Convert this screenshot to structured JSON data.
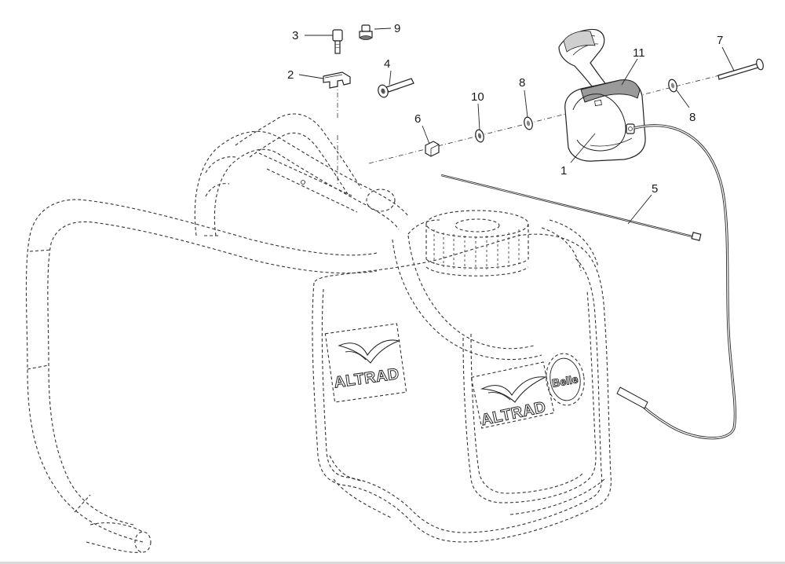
{
  "callouts": [
    {
      "id": "1",
      "text": "1"
    },
    {
      "id": "2",
      "text": "2"
    },
    {
      "id": "3",
      "text": "3"
    },
    {
      "id": "4",
      "text": "4"
    },
    {
      "id": "5",
      "text": "5"
    },
    {
      "id": "6",
      "text": "6"
    },
    {
      "id": "7",
      "text": "7"
    },
    {
      "id": "8a",
      "text": "8"
    },
    {
      "id": "8b",
      "text": "8"
    },
    {
      "id": "9",
      "text": "9"
    },
    {
      "id": "10",
      "text": "10"
    },
    {
      "id": "11",
      "text": "11"
    }
  ],
  "logos": {
    "left_text": "ALTRAD",
    "center_text": "ALTRAD",
    "badge_text": "Belle"
  },
  "icons": [
    "altrad-bird-logo-icon",
    "belle-badge-icon"
  ]
}
